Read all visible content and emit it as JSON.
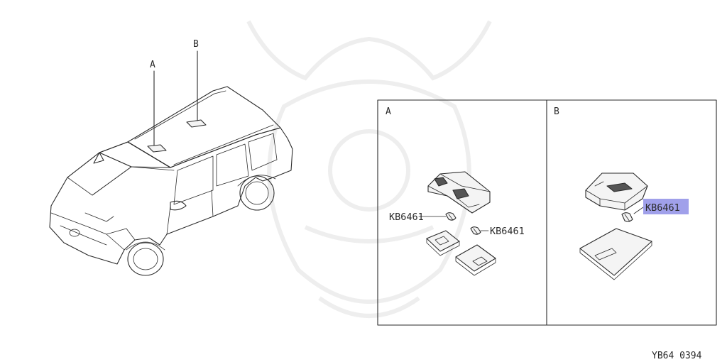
{
  "diagram": {
    "callouts": {
      "a": "A",
      "b": "B"
    },
    "panels": [
      {
        "label": "A",
        "parts": [
          "KB6461",
          "KB6461"
        ]
      },
      {
        "label": "B",
        "parts": [
          "KB6461"
        ]
      }
    ],
    "footer_code": "YB64 0394",
    "highlight_color": "#8f8fe6"
  }
}
